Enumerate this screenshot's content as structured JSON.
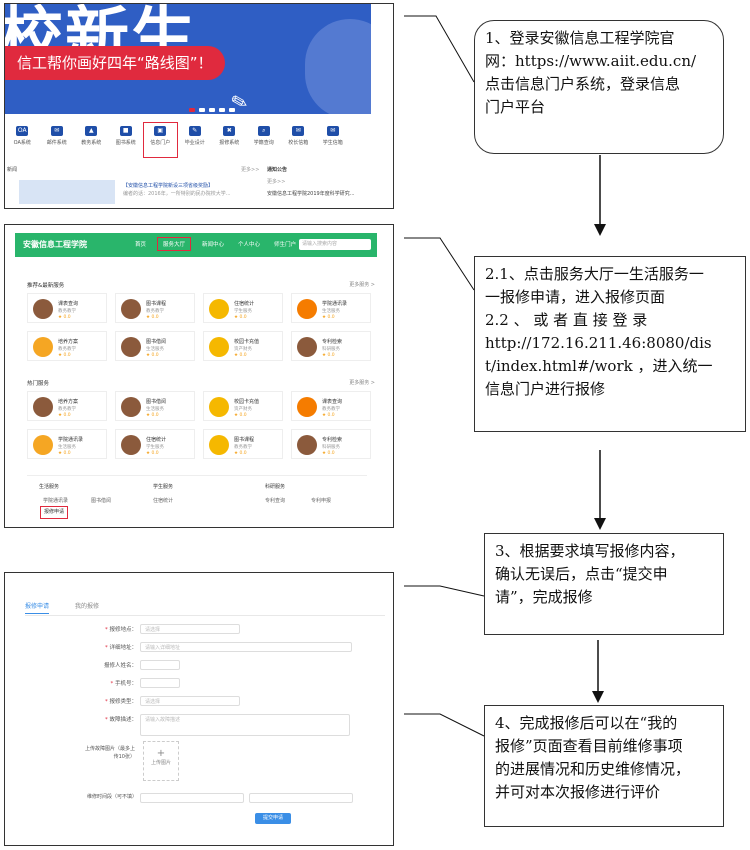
{
  "steps": [
    {
      "lines": [
        "1、登录安徽信息工程学院官",
        "网：https://www.aiit.edu.cn/",
        "点击信息门户系统，登录信息",
        "门户平台"
      ]
    },
    {
      "lines": [
        "2.1、点击服务大厅一生活服务一",
        "一报修申请，进入报修页面",
        "2.2 、 或 者 直 接 登 录",
        "http://172.16.211.46:8080/dis",
        "t/index.html#/work ，进入统一",
        "信息门户进行报修"
      ]
    },
    {
      "lines": [
        "3、根据要求填写报修内容，",
        "确认无误后，点击“提交申",
        "请”，完成报修"
      ]
    },
    {
      "lines": [
        "4、完成报修后可以在“我的",
        "报修”页面查看目前维修事项",
        "的进展情况和历史维修情况，",
        "并可对本次报修进行评价"
      ]
    }
  ],
  "shot1": {
    "banner_big": "校新生",
    "banner_slogan": "信工帮你画好四年“路线图”！",
    "icons": [
      "OA系统",
      "邮件系统",
      "教务系统",
      "图书系统",
      "信息门户",
      "毕业设计",
      "报修系统",
      "学籍查询",
      "校长信箱",
      "学生信箱"
    ],
    "news_left": "新闻",
    "news_more": "更多>>",
    "news_item": "【安徽信息工程学院新设三项省级奖励】",
    "news_desc": "编者的话：2016年，一所特别的民办院校大学...",
    "notice_title": "通知公告",
    "notice_more": "更多>>",
    "notice_item": "安徽信息工程学院2019年度科学研究..."
  },
  "shot2": {
    "logo": "安徽信息工程学院",
    "nav": [
      "首页",
      "服务大厅",
      "新闻中心",
      "个人中心",
      "师生门户"
    ],
    "search_placeholder": "请输入搜索内容",
    "sec1": "推荐&最新服务",
    "sec2": "热门服务",
    "more": "更多服务 >",
    "cards1": [
      {
        "t": "课表查询",
        "s": "教务教学"
      },
      {
        "t": "图书课程",
        "s": "教务教学"
      },
      {
        "t": "住宿统计",
        "s": "学生服务"
      },
      {
        "t": "学院通讯录",
        "s": "生活服务"
      },
      {
        "t": "培养方案",
        "s": "教务教学"
      },
      {
        "t": "图书借阅",
        "s": "生活服务"
      },
      {
        "t": "校园卡充值",
        "s": "资产财务"
      },
      {
        "t": "专利检索",
        "s": "科研服务"
      }
    ],
    "cards2": [
      {
        "t": "培养方案",
        "s": "教务教学"
      },
      {
        "t": "图书借阅",
        "s": "生活服务"
      },
      {
        "t": "校园卡充值",
        "s": "资产财务"
      },
      {
        "t": "课表查询",
        "s": "教务教学"
      },
      {
        "t": "学院通讯录",
        "s": "生活服务"
      },
      {
        "t": "住宿统计",
        "s": "学生服务"
      },
      {
        "t": "图书课程",
        "s": "教务教学"
      },
      {
        "t": "专利检索",
        "s": "科研服务"
      }
    ],
    "rating": "★ 0.0",
    "bottom_tabs": [
      "生活服务",
      "学生服务",
      "科研服务"
    ],
    "bottom_items": [
      "学院通讯录",
      "图书借阅",
      "住宿统计",
      "专利查询",
      "专利申报"
    ],
    "repair": "报修申请"
  },
  "shot3": {
    "tab_on": "报修申请",
    "tab_off": "我的报修",
    "fields": [
      {
        "label": "报修地点：",
        "req": true,
        "ph": "请选择"
      },
      {
        "label": "详细地址：",
        "req": true,
        "ph": "请输入详细地址"
      },
      {
        "label": "报修人姓名：",
        "req": false,
        "ph": ""
      },
      {
        "label": "手机号：",
        "req": true,
        "ph": ""
      },
      {
        "label": "报修类型：",
        "req": true,
        "ph": "请选择"
      },
      {
        "label": "故障描述：",
        "req": true,
        "ph": "请输入故障描述"
      }
    ],
    "upload_label": "上传故障图片（最多上传10张）",
    "upload_btn": "上传图片",
    "time_label": "维修时间段（可不填）",
    "submit": "提交申请"
  }
}
